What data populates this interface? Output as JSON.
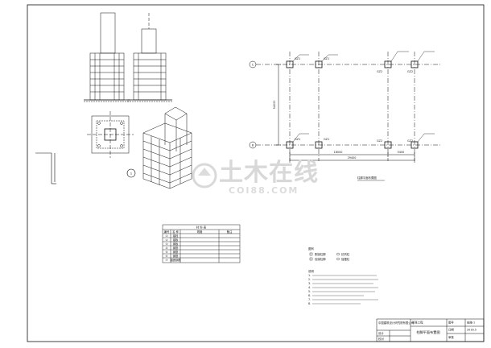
{
  "drawing": {
    "plan_caption": "柱脚平面布置图",
    "detail_marker": "1",
    "dim_total_horizontal": "29400",
    "dim_bay_left": "18000",
    "dim_bay_right": "5400",
    "dim_vertical": "54000",
    "grid_rows": [
      "C",
      "B"
    ],
    "column_tags": [
      "GZ1",
      "GZ1",
      "GZ1",
      "GZ1",
      "GZ2",
      "GZ2",
      "GZ2",
      "GZ2"
    ]
  },
  "material_table": {
    "title": "材 料 表",
    "headers": [
      "编号",
      "名 称",
      "规格",
      "备注"
    ],
    "rows": [
      [
        "①",
        "锚栓",
        "",
        ""
      ],
      [
        "②",
        "锚板",
        "",
        ""
      ],
      [
        "③",
        "钢板",
        "",
        ""
      ],
      [
        "④",
        "钢筋",
        "",
        ""
      ],
      [
        "⑤",
        "钢筋",
        "",
        ""
      ],
      [
        "⑥",
        "钢筋",
        "",
        ""
      ],
      [
        "⑦",
        "锚固钢筋",
        "",
        ""
      ]
    ]
  },
  "legend": {
    "title": "图例",
    "items": [
      "刚接柱脚",
      "铰接柱脚",
      "抗风柱",
      "摇摆柱"
    ]
  },
  "notes": {
    "title": "说明",
    "lines": [
      "1.",
      "2.",
      "3.",
      "4.",
      "5.",
      "6.",
      "7.",
      "8."
    ]
  },
  "title_block": {
    "company": "中国建筑设计研究院有限公司",
    "project": "某某工程",
    "drawing_name": "柱脚平面布置图",
    "label_design": "设计",
    "label_check": "校对",
    "label_review": "审核",
    "label_drawing_no": "图号",
    "label_date": "日期",
    "drawing_no": "结施-1",
    "date": "2016.5"
  },
  "watermark": {
    "text": "土木在线",
    "subtext": "COI88.COM"
  }
}
